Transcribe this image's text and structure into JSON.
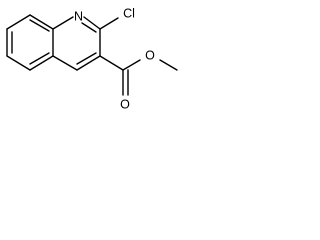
{
  "molecule": {
    "atom_labels": {
      "ring_nitrogen": "N",
      "chlorine": "Cl",
      "carbonyl_oxygen": "O",
      "ester_oxygen": "O"
    },
    "ink_color": "#000000",
    "background_color": "#ffffff"
  }
}
